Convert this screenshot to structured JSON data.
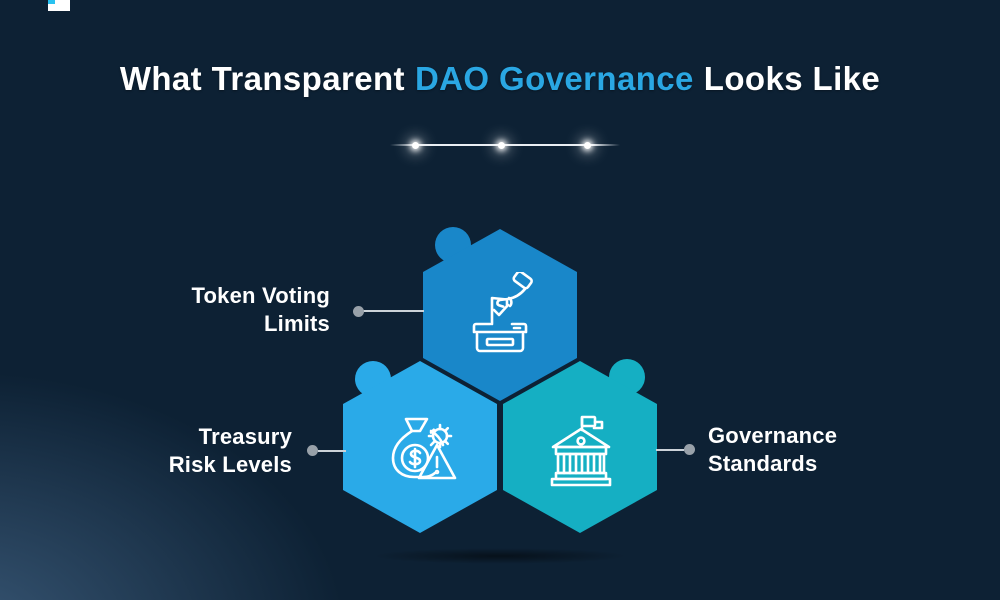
{
  "canvas": {
    "background_color": "#0d2134",
    "corner_glow_color": "#46688a"
  },
  "logo_fragment": {
    "white_color": "#ffffff",
    "cyan_color": "#29c2f0"
  },
  "title": {
    "prefix": "What Transparent",
    "highlight": "DAO Governance",
    "suffix": "Looks Like",
    "highlight_color": "#2aa7e3",
    "text_color": "#ffffff"
  },
  "divider": {
    "dot_count": 3,
    "line_color": "#e9eef3"
  },
  "connector": {
    "dot_color": "#98a1a9",
    "line_color": "#ccd3d9"
  },
  "nodes": [
    {
      "id": "token-voting-limits",
      "label_line1": "Token Voting",
      "label_line2": "Limits",
      "icon": "ballot-box-icon",
      "color": "#1987c9",
      "label_side": "left"
    },
    {
      "id": "treasury-risk-levels",
      "label_line1": "Treasury",
      "label_line2": "Risk Levels",
      "icon": "money-bag-gear-warning-icon",
      "color": "#2aaae8",
      "label_side": "left"
    },
    {
      "id": "governance-standards",
      "label_line1": "Governance",
      "label_line2": "Standards",
      "icon": "bank-building-icon",
      "color": "#15afc3",
      "label_side": "right"
    }
  ]
}
